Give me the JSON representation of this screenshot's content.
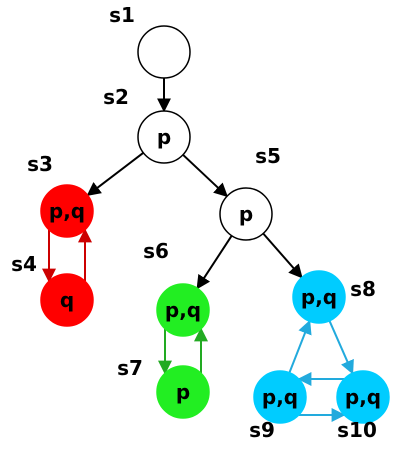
{
  "colors": {
    "white": "#ffffff",
    "red": "#ff0000",
    "green": "#22ee22",
    "cyan": "#00ccff",
    "black": "#000000"
  },
  "states": [
    {
      "id": "s1",
      "label": "s1",
      "props": "",
      "color": "white"
    },
    {
      "id": "s2",
      "label": "s2",
      "props": "p",
      "color": "white"
    },
    {
      "id": "s3",
      "label": "s3",
      "props": "p,q",
      "color": "red"
    },
    {
      "id": "s4",
      "label": "s4",
      "props": "q",
      "color": "red"
    },
    {
      "id": "s5",
      "label": "s5",
      "props": "p",
      "color": "white"
    },
    {
      "id": "s6",
      "label": "s6",
      "props": "p,q",
      "color": "green"
    },
    {
      "id": "s7",
      "label": "s7",
      "props": "p",
      "color": "green"
    },
    {
      "id": "s8",
      "label": "s8",
      "props": "p,q",
      "color": "cyan"
    },
    {
      "id": "s9",
      "label": "s9",
      "props": "p,q",
      "color": "cyan"
    },
    {
      "id": "s10",
      "label": "s10",
      "props": "p,q",
      "color": "cyan"
    }
  ],
  "transitions": [
    {
      "from": "s1",
      "to": "s2",
      "color": "black"
    },
    {
      "from": "s2",
      "to": "s3",
      "color": "black"
    },
    {
      "from": "s2",
      "to": "s5",
      "color": "black"
    },
    {
      "from": "s5",
      "to": "s6",
      "color": "black"
    },
    {
      "from": "s5",
      "to": "s8",
      "color": "black"
    },
    {
      "from": "s3",
      "to": "s4",
      "color": "red"
    },
    {
      "from": "s4",
      "to": "s3",
      "color": "red"
    },
    {
      "from": "s6",
      "to": "s7",
      "color": "green"
    },
    {
      "from": "s7",
      "to": "s6",
      "color": "green"
    },
    {
      "from": "s8",
      "to": "s10",
      "color": "cyan"
    },
    {
      "from": "s10",
      "to": "s9",
      "color": "cyan"
    },
    {
      "from": "s9",
      "to": "s10",
      "color": "cyan"
    },
    {
      "from": "s9",
      "to": "s8",
      "color": "cyan"
    }
  ]
}
